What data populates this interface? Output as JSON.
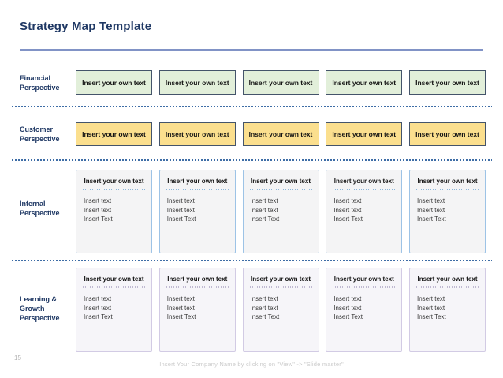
{
  "slide": {
    "title": "Strategy Map Template",
    "page_number": "15",
    "footer_text": "Insert Your Company Name by clicking on \"View\" -> \"Slide master\""
  },
  "colors": {
    "accent_navy": "#1f3864",
    "title_underline": "#8193c6",
    "separator_blue": "#3e6da6",
    "financial_box_fill": "#e2efda",
    "customer_box_fill": "#fbdf8e",
    "small_box_border": "#44546a",
    "internal_card_border": "#9dc3e6",
    "learning_card_border": "#d2cbe4",
    "card_fill": "#f5f4f7"
  },
  "rows": [
    {
      "id": "financial",
      "label_lines": [
        "Financial",
        "Perspective"
      ],
      "box_text": "Insert your own text"
    },
    {
      "id": "customer",
      "label_lines": [
        "Customer",
        "Perspective"
      ],
      "box_text": "Insert your own text"
    },
    {
      "id": "internal",
      "label_lines": [
        "Internal",
        "Perspective"
      ],
      "box_header": "Insert your own text",
      "box_lines": [
        "Insert text",
        "Insert text",
        "Insert Text"
      ]
    },
    {
      "id": "learning",
      "label_lines": [
        "Learning &",
        "Growth",
        "Perspective"
      ],
      "box_header": "Insert your own text",
      "box_lines": [
        "Insert text",
        "Insert text",
        "Insert Text"
      ]
    }
  ]
}
